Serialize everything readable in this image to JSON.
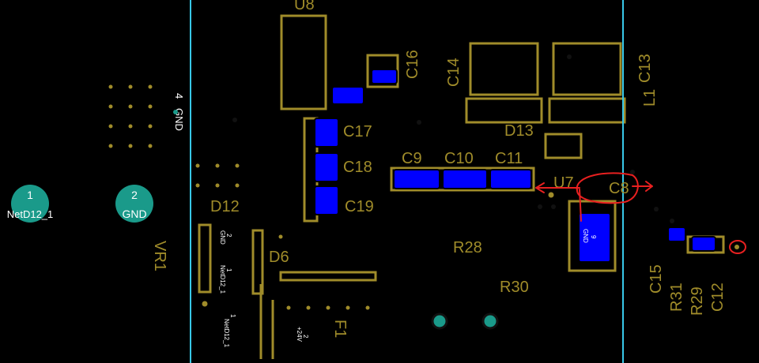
{
  "colors": {
    "copper": "#0000ff",
    "trace": "#000000",
    "silk": "#a08c2a",
    "cursor": "#38c8e8",
    "pad": "#1a9a8a",
    "drill": "#111111",
    "annotation": "#e82020",
    "label": "#ffffff"
  },
  "refdes": {
    "u8": "U8",
    "c16": "C16",
    "c14": "C14",
    "c13": "C13",
    "l1": "L1",
    "c17": "C17",
    "c18": "C18",
    "c19": "C19",
    "d13": "D13",
    "c9": "C9",
    "c10": "C10",
    "c11": "C11",
    "u7": "U7",
    "c8": "C8",
    "d12": "D12",
    "vr1": "VR1",
    "d6": "D6",
    "r28": "R28",
    "r30": "R30",
    "c15": "C15",
    "r31": "R31",
    "r29": "R29",
    "c12": "C12",
    "f1": "F1"
  },
  "pads": {
    "pad1_num": "1",
    "pad1_net": "NetD12_1",
    "pad2_num": "2",
    "pad2_net": "GND"
  },
  "netlabels": {
    "vr1_pin4": "4",
    "vr1_pin4_net": "GND",
    "d12_pin2": "2",
    "d12_pin2_net": "GND",
    "d12_pin1": "1",
    "d12_pin1_net": "NetD12_1",
    "d6_pin1": "1",
    "d6_pin1_net": "NetD12_1",
    "f1_pin2": "2",
    "f1_pin2_net": "+24V",
    "u7_pin9": "9",
    "u7_pin9_net": "GND"
  }
}
